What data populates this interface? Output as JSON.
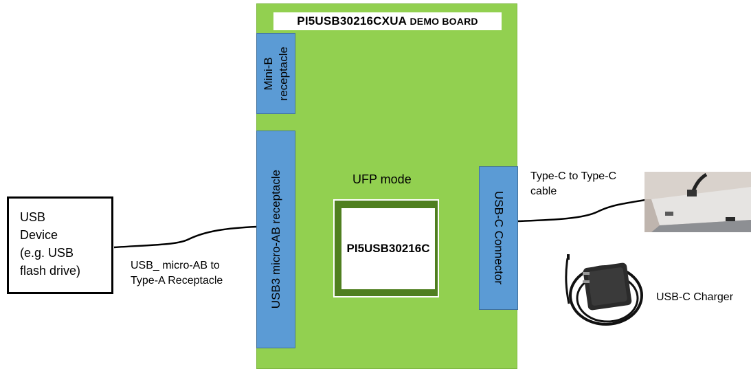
{
  "board": {
    "title_main": "PI5USB30216CXUA",
    "title_suffix": "DEMO BOARD",
    "mini_b": "Mini-B\nreceptacle",
    "usb3_micro": "USB3 micro-AB receptacle",
    "usb_c_connector": "USB-C Connector",
    "mode": "UFP mode",
    "chip": "PI5USB30216C"
  },
  "usb_device": {
    "label": "USB\nDevice\n(e.g. USB\nflash drive)"
  },
  "cable_left": {
    "label": "USB_ micro-AB to\nType-A Receptacle"
  },
  "cable_right": {
    "label": "Type-C to Type-C\ncable"
  },
  "charger": {
    "label": "USB-C Charger",
    "icon": "charger-icon"
  },
  "laptop": {
    "icon": "laptop-icon"
  },
  "colors": {
    "board": "#92d050",
    "connector": "#5b9bd5",
    "chip_border": "#4f7f1f"
  }
}
